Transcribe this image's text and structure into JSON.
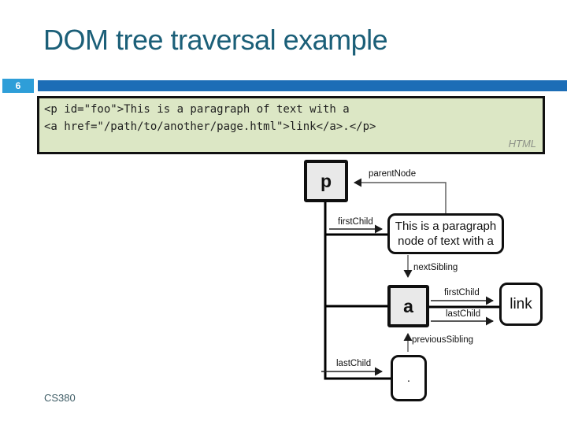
{
  "slide": {
    "title": "DOM tree traversal example",
    "slide_number": "6",
    "footer": "CS380"
  },
  "code_panel": {
    "code_lines": [
      "<p id=\"foo\">This is a paragraph of text with a",
      "<a href=\"/path/to/another/page.html\">link</a>.</p>"
    ],
    "language_label": "HTML"
  },
  "diagram": {
    "nodes": {
      "p": "p",
      "text": "This is a paragraph node of text with a",
      "a": "a",
      "link": "link",
      "dot": "."
    },
    "edge_labels": {
      "parent_node": "parentNode",
      "first_child_text": "firstChild",
      "next_sibling": "nextSibling",
      "first_child_link": "firstChild",
      "last_child_link": "lastChild",
      "previous_sibling": "previousSibling",
      "last_child_dot": "lastChild"
    }
  },
  "colors": {
    "title_text": "#1b5f78",
    "header_bar": "#1c6db6",
    "slide_number_bg": "#2e9ed8",
    "code_panel_bg": "#dce7c5",
    "element_node_bg": "#e9e9e9",
    "text_node_bg": "#ffffff",
    "line_color": "#000000"
  }
}
